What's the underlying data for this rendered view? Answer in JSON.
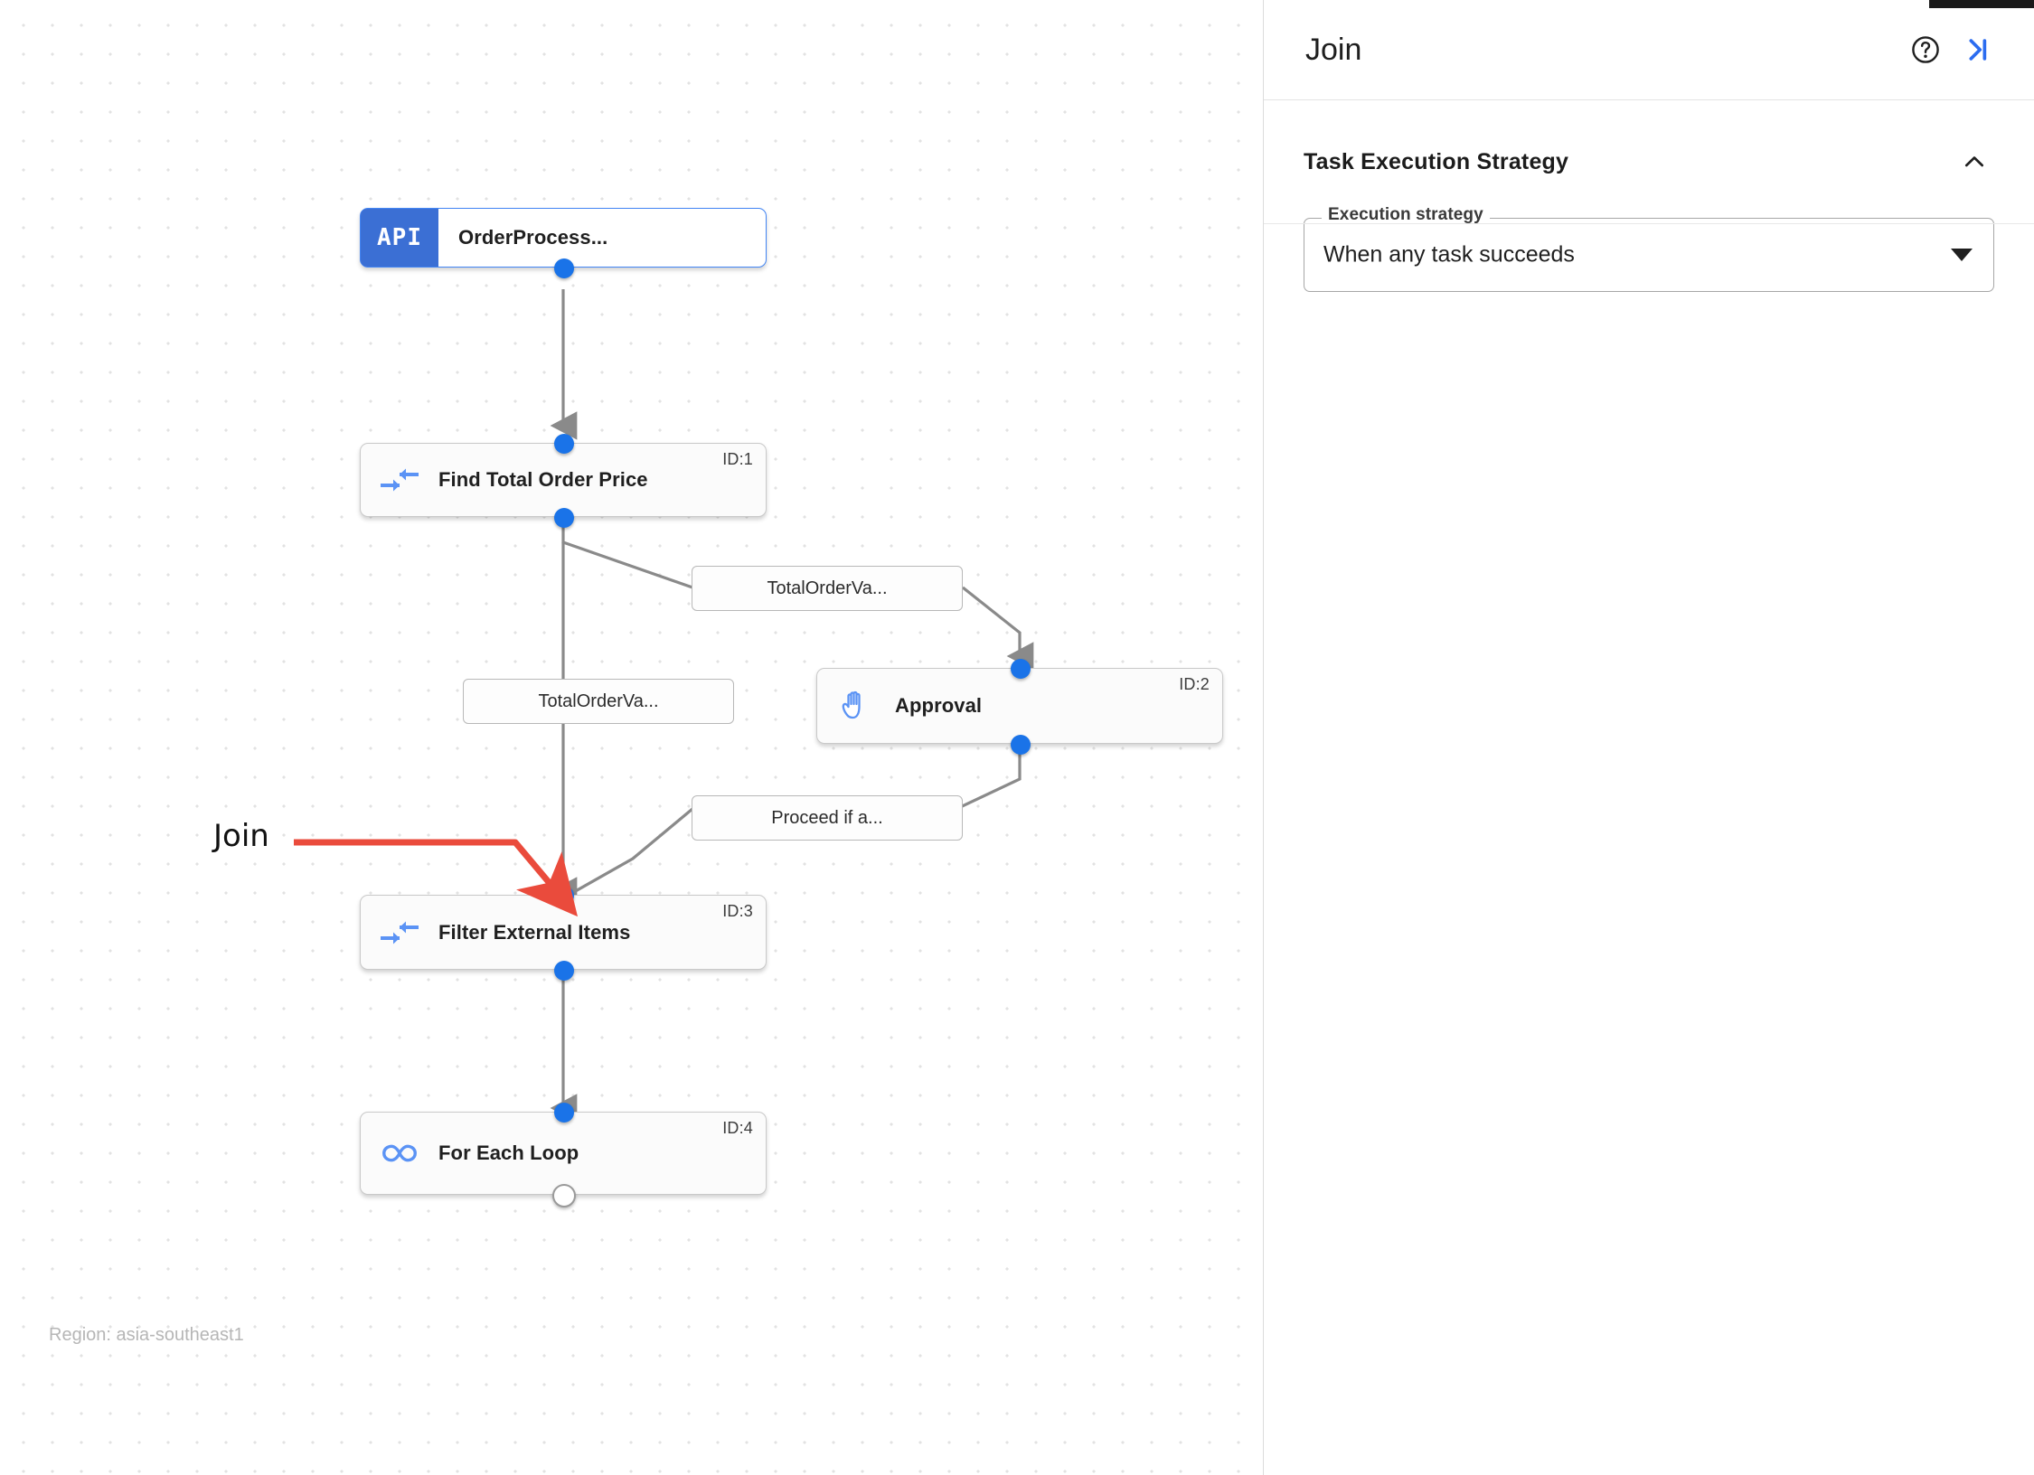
{
  "canvas": {
    "region_label": "Region: asia-southeast1",
    "nodes": [
      {
        "id_label": "",
        "title": "OrderProcess...",
        "icon": "api-badge-icon",
        "badge_text": "API"
      },
      {
        "id_label": "ID:1",
        "title": "Find Total Order Price",
        "icon": "arrows-converge-icon",
        "badge_text": ""
      },
      {
        "id_label": "ID:2",
        "title": "Approval",
        "icon": "raised-hand-icon",
        "badge_text": ""
      },
      {
        "id_label": "ID:3",
        "title": "Filter External Items",
        "icon": "arrows-converge-icon",
        "badge_text": ""
      },
      {
        "id_label": "ID:4",
        "title": "For Each Loop",
        "icon": "infinity-loop-icon",
        "badge_text": ""
      }
    ],
    "edge_labels": [
      {
        "text": "TotalOrderVa..."
      },
      {
        "text": "TotalOrderVa..."
      },
      {
        "text": "Proceed if a..."
      }
    ],
    "annotation": {
      "text": "Join",
      "color": "#ea4b3c"
    },
    "colors": {
      "node_accent": "#5b93f5",
      "port": "#1a73e8",
      "api_badge": "#3b6fd4",
      "edge_stroke": "#8a8a8a"
    }
  },
  "panel": {
    "title": "Join",
    "help_icon": "help-circle-icon",
    "collapse_icon": "collapse-panel-icon",
    "section": {
      "title": "Task Execution Strategy",
      "chevron_icon": "chevron-up-icon"
    },
    "field": {
      "legend": "Execution strategy",
      "value": "When any task succeeds",
      "caret_icon": "dropdown-caret-icon"
    }
  }
}
